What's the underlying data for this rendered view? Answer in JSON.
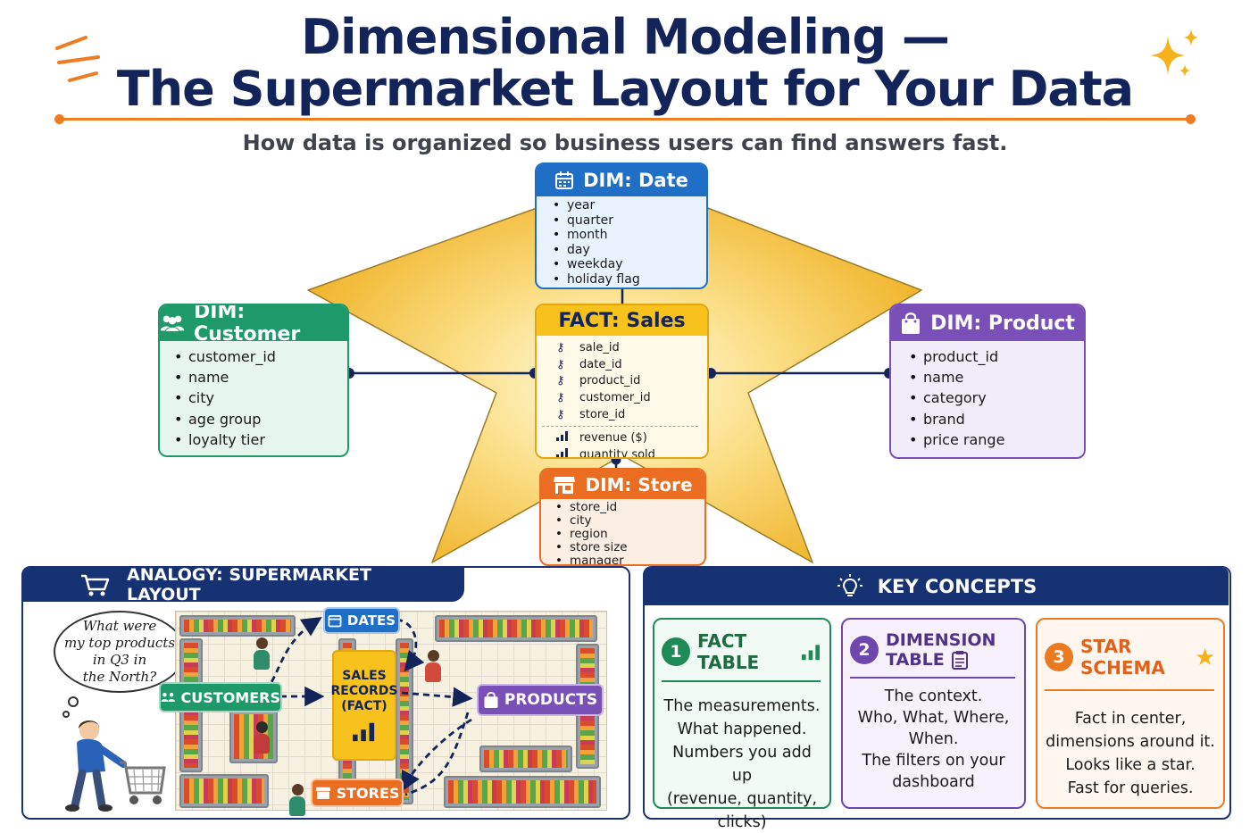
{
  "title": {
    "line1": "Dimensional Modeling —",
    "line2": "The Supermarket Layout for Your Data",
    "subtitle": "How data is organized so business users can find answers fast."
  },
  "colors": {
    "navy": "#13245a",
    "accent_orange": "#f07c22",
    "date_blue": "#1f6fc7",
    "customer_green": "#1e9a6a",
    "product_purple": "#7b4fb8",
    "fact_yellow": "#f7c21c",
    "store_orange": "#ea6d22",
    "star_gold": "#f4c542"
  },
  "schema": {
    "date": {
      "title": "DIM: Date",
      "icon": "calendar-icon",
      "items": [
        "year",
        "quarter",
        "month",
        "day",
        "weekday",
        "holiday flag"
      ]
    },
    "customer": {
      "title": "DIM: Customer",
      "icon": "people-icon",
      "items": [
        "customer_id",
        "name",
        "city",
        "age group",
        "loyalty tier"
      ]
    },
    "product": {
      "title": "DIM: Product",
      "icon": "shopping-bag-icon",
      "items": [
        "product_id",
        "name",
        "category",
        "brand",
        "price range"
      ]
    },
    "fact": {
      "title": "FACT: Sales",
      "keys": [
        "sale_id",
        "date_id",
        "product_id",
        "customer_id",
        "store_id"
      ],
      "key_icon": "key-icon",
      "measures": [
        "revenue ($)",
        "quantity sold"
      ],
      "measure_icon": "bar-chart-icon"
    },
    "store": {
      "title": "DIM: Store",
      "icon": "storefront-icon",
      "items": [
        "store_id",
        "city",
        "region",
        "store size",
        "manager"
      ]
    }
  },
  "analogy": {
    "header": "ANALOGY: SUPERMARKET LAYOUT",
    "header_icon": "shopping-cart-icon",
    "question": [
      "What were",
      "my top products",
      "in Q3 in",
      "the North?"
    ],
    "labels": {
      "dates": "DATES",
      "customers": "CUSTOMERS",
      "products": "PRODUCTS",
      "stores": "STORES",
      "fact": [
        "SALES",
        "RECORDS",
        "(FACT)"
      ]
    }
  },
  "concepts": {
    "header": "KEY CONCEPTS",
    "header_icon": "lightbulb-icon",
    "cards": [
      {
        "num": "1",
        "title": "FACT TABLE",
        "icon": "bar-chart-icon",
        "lines": [
          "The measurements.",
          "What happened.",
          "Numbers you add up",
          "(revenue, quantity,",
          "clicks)"
        ]
      },
      {
        "num": "2",
        "title": "DIMENSION TABLE",
        "title_lines": [
          "DIMENSION",
          "TABLE"
        ],
        "icon": "clipboard-icon",
        "lines": [
          "The context.",
          "Who, What, Where,",
          "When.",
          "The filters on your",
          "dashboard"
        ]
      },
      {
        "num": "3",
        "title": "STAR SCHEMA",
        "icon": "star-icon",
        "lines": [
          "Fact in center,",
          "dimensions around it.",
          "Looks like a star.",
          "Fast for queries."
        ]
      }
    ]
  }
}
